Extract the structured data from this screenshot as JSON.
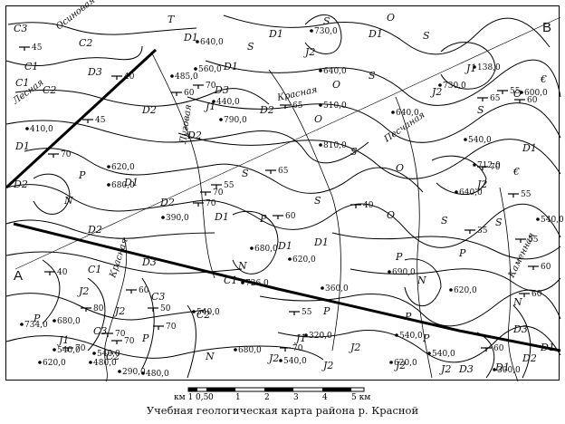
{
  "caption": "Учебная геологическая карта района р. Красной",
  "corners": {
    "a": "A",
    "b": "B"
  },
  "rivers": [
    "Осиновая",
    "Лесная",
    "Луговая",
    "Красная",
    "Песчаная",
    "Каменная",
    "Красная"
  ],
  "symbols": [
    "C3",
    "C2",
    "C1",
    "C2",
    "C1",
    "D3",
    "D2",
    "D1",
    "T",
    "D1",
    "D2",
    "J2",
    "J1",
    "D2",
    "D3",
    "S",
    "D1",
    "O",
    "S",
    "D1",
    "S",
    "O",
    "J2",
    "J1",
    "S",
    "O",
    "S",
    "O",
    "€",
    "D1",
    "D1",
    "D2",
    "P",
    "N",
    "D1",
    "D2",
    "S",
    "S",
    "O",
    "€",
    "J2",
    "S",
    "O",
    "S",
    "S",
    "P",
    "D1",
    "D2",
    "D3",
    "D1",
    "P",
    "N",
    "D1",
    "P",
    "N",
    "J2",
    "J2",
    "C3",
    "C2",
    "C1",
    "P",
    "J1",
    "P",
    "N",
    "J2",
    "P",
    "J2",
    "D1",
    "D2",
    "D3",
    "N",
    "P",
    "J1",
    "J2",
    "P",
    "J2",
    "J2",
    "D3",
    "D1",
    "C1",
    "C2",
    "C3"
  ],
  "elevations": [
    "640,0",
    "560,0",
    "485,0",
    "730,0",
    "640,0",
    "138,0",
    "730,0",
    "600,0",
    "440,0",
    "790,0",
    "510,0",
    "640,0",
    "810,0",
    "540,0",
    "712,0",
    "640,0",
    "410,0",
    "620,0",
    "680,0",
    "390,0",
    "680,0",
    "620,0",
    "726,0",
    "690,0",
    "620,0",
    "360,0",
    "540,0",
    "734,0",
    "680,0",
    "540,0",
    "320,0",
    "540,0",
    "680,0",
    "540,0",
    "620,0",
    "540,0",
    "480,0",
    "290,0",
    "480,0",
    "540,0",
    "620,0",
    "300,0",
    "540,0"
  ],
  "dips": [
    "45",
    "40",
    "60",
    "70",
    "65",
    "65",
    "70",
    "45",
    "55",
    "70",
    "70",
    "60",
    "55",
    "70",
    "40",
    "65",
    "60",
    "35",
    "55",
    "55",
    "60",
    "40",
    "60",
    "70",
    "70",
    "70",
    "70",
    "55",
    "50",
    "80",
    "70",
    "60",
    "60"
  ],
  "scale": {
    "labels": [
      "км 1",
      "0,5",
      "0",
      "1",
      "2",
      "3",
      "4",
      "5 км"
    ]
  }
}
